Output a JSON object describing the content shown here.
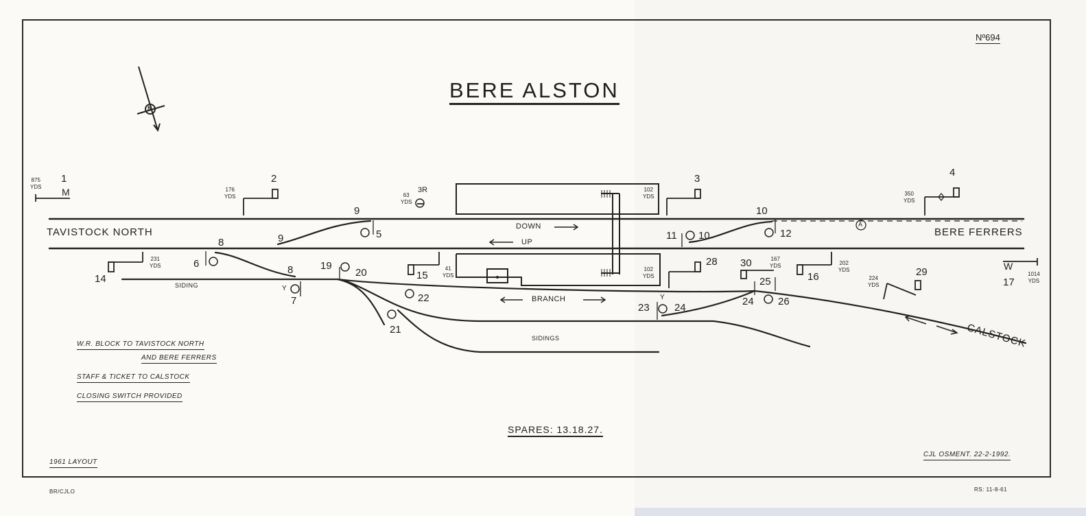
{
  "title": "BERE ALSTON",
  "diagram_no": "Nº694",
  "places": {
    "tavistock": "TAVISTOCK NORTH",
    "bere_ferrers": "BERE FERRERS",
    "calstock": "CALSTOCK"
  },
  "lines": {
    "down": "DOWN",
    "up": "UP",
    "branch": "BRANCH",
    "siding": "SIDING",
    "sidings": "SIDINGS"
  },
  "numbers": {
    "s1": "1",
    "s2": "2",
    "s3": "3",
    "s3r": "3R",
    "s4": "4",
    "s5": "5",
    "s6": "6",
    "s7": "7",
    "s8a": "8",
    "s8b": "8",
    "s9a": "9",
    "s9b": "9",
    "s10a": "10",
    "s10b": "10",
    "s11": "11",
    "s12": "12",
    "s14": "14",
    "s15": "15",
    "s16": "16",
    "s17": "17",
    "s19": "19",
    "s20": "20",
    "s21": "21",
    "s22": "22",
    "s23": "23",
    "s24a": "24",
    "s24b": "24",
    "s25": "25",
    "s26": "26",
    "s28": "28",
    "s29": "29",
    "s30": "30"
  },
  "distances": {
    "d875": "875",
    "d176": "176",
    "d63": "63",
    "d102a": "102",
    "d350": "350",
    "d231": "231",
    "d41": "41",
    "d102b": "102",
    "d167": "167",
    "d202": "202",
    "d224": "224",
    "d1014": "1014",
    "unit": "YDS"
  },
  "signal_letters": {
    "m": "M",
    "w": "W",
    "y1": "Y",
    "y2": "Y",
    "a": "A",
    "north": "N"
  },
  "notes": [
    "W.R. BLOCK TO TAVISTOCK NORTH",
    "AND BERE FERRERS",
    "STAFF & TICKET TO CALSTOCK",
    "CLOSING SWITCH PROVIDED"
  ],
  "spares": "SPARES: 13.18.27.",
  "layout_year": "1961 LAYOUT",
  "author": "CJL OSMENT. 22-2-1992.",
  "ref_left": "BR/CJLO",
  "ref_right": "RS: 11-8-61"
}
